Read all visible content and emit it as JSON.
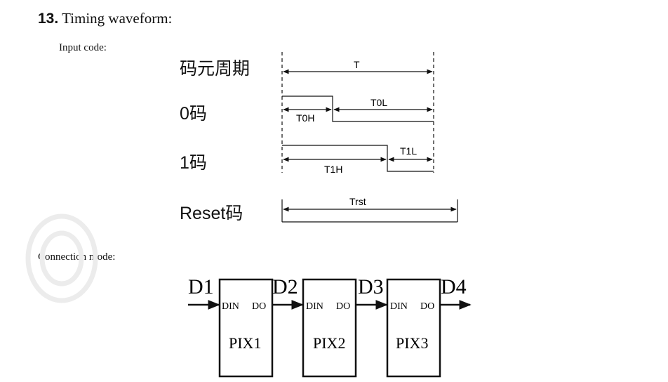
{
  "title": {
    "number": "13.",
    "text": "Timing waveform:"
  },
  "input_code_label": "Input code:",
  "connection_label": "Connection mode:",
  "timing": {
    "rows": {
      "period": "码元周期",
      "zero": "0码",
      "one": "1码",
      "reset": "Reset码"
    },
    "labels": {
      "T": "T",
      "T0H": "T0H",
      "T0L": "T0L",
      "T1H": "T1H",
      "T1L": "T1L",
      "Trst": "Trst"
    }
  },
  "connection": {
    "signals": [
      "D1",
      "D2",
      "D3",
      "D4"
    ],
    "pins": {
      "in": "DIN",
      "out": "DO"
    },
    "pixels": [
      "PIX1",
      "PIX2",
      "PIX3"
    ]
  }
}
